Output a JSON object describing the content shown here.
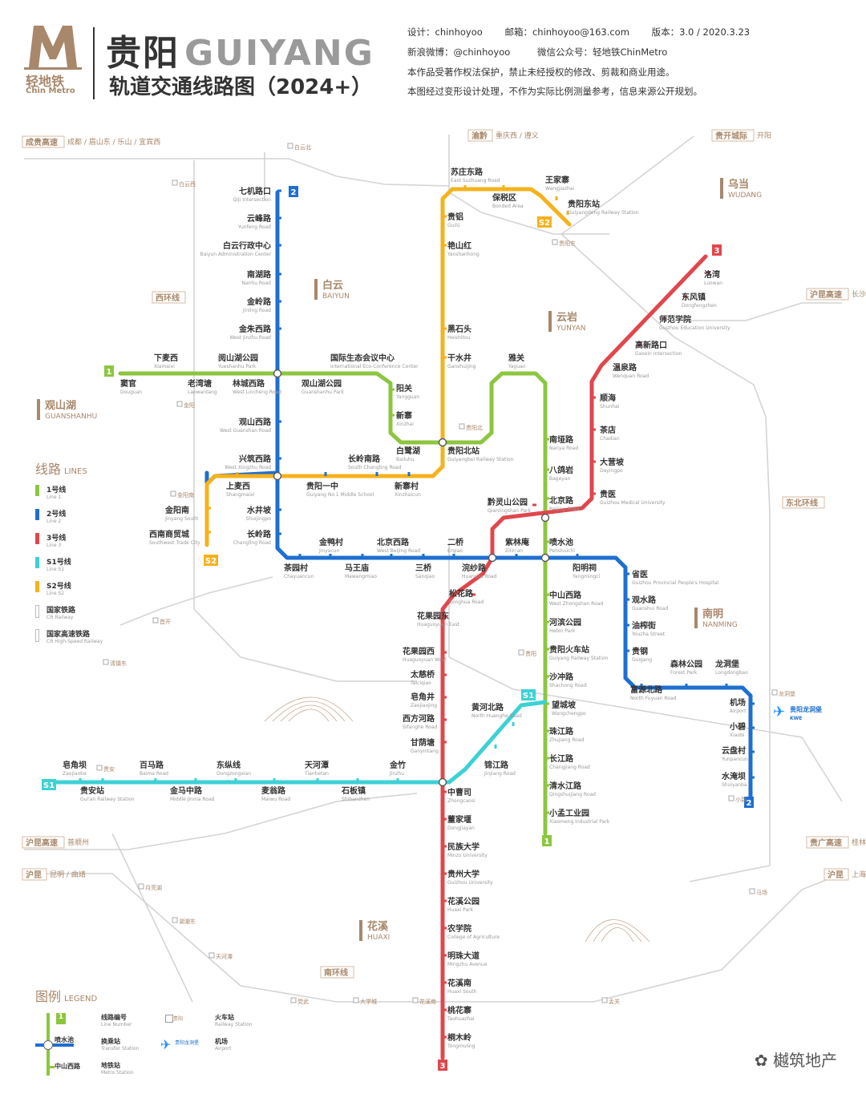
{
  "header": {
    "brand_letter": "M",
    "brand_cn": "轻地铁",
    "brand_en": "Chin Metro",
    "city_cn": "贵阳",
    "city_en": "GUIYANG",
    "subtitle": "轨道交通线路图（2024+）",
    "meta_line1_designer": "设计：chinhoyoo",
    "meta_line1_email": "邮箱：chinhoyoo@163.com",
    "meta_line1_version": "版本：3.0 / 2020.3.23",
    "meta_line2_weibo": "新浪微博：@chinhoyoo",
    "meta_line2_wechat": "微信公众号：轻地铁ChinMetro",
    "meta_line3": "本作品受著作权法保护，禁止未经授权的修改、剪裁和商业用途。",
    "meta_line4": "本图经过变形设计处理，不作为实际比例测量参考，信息来源公开规划。"
  },
  "colors": {
    "line1": "#8cc63f",
    "line2": "#1e6fd0",
    "line3": "#e0474c",
    "lineS1": "#3cd1d6",
    "lineS2": "#f5b21d",
    "rail": "#c9c9c9",
    "accent": "#a8876a"
  },
  "districts": [
    {
      "cn": "白云",
      "en": "BAIYUN"
    },
    {
      "cn": "云岩",
      "en": "YUNYAN"
    },
    {
      "cn": "乌当",
      "en": "WUDANG"
    },
    {
      "cn": "观山湖",
      "en": "GUANSHANHU"
    },
    {
      "cn": "南明",
      "en": "NANMING"
    },
    {
      "cn": "花溪",
      "en": "HUAXI"
    }
  ],
  "rail_labels": [
    {
      "name": "成贵高速",
      "dest": "成都 / 眉山东 / 乐山 / 宜宾西"
    },
    {
      "name": "渝黔",
      "dest": "重庆西 / 遵义"
    },
    {
      "name": "贵开城际",
      "dest": "开阳"
    },
    {
      "name": "沪昆高速",
      "dest": "长沙 / 杭州 / 上海虹桥"
    },
    {
      "name": "西环线",
      "dest": ""
    },
    {
      "name": "东北环线",
      "dest": ""
    },
    {
      "name": "沪昆高速",
      "dest": "普顺州"
    },
    {
      "name": "贵广高速",
      "dest": "桂林 / 广州南"
    },
    {
      "name": "沪昆",
      "dest": "昆明 / 曲靖"
    },
    {
      "name": "沪昆",
      "dest": "上海"
    },
    {
      "name": "南环线",
      "dest": ""
    }
  ],
  "rail_stations": [
    "白云北",
    "白云西",
    "金阳",
    "金阳南",
    "贵阳东",
    "贵阳北",
    "贵阳",
    "贵安",
    "首开",
    "清镇东",
    "湖潮东",
    "天河潭",
    "党武",
    "大学城",
    "花溪南",
    "孟关",
    "马场",
    "龙洞堡",
    "小碧",
    "月亮湖"
  ],
  "lines_panel": {
    "title": "线路",
    "title_en": "LINES",
    "items": [
      {
        "cn": "1号线",
        "en": "Line 1",
        "color": "#8cc63f"
      },
      {
        "cn": "2号线",
        "en": "Line 2",
        "color": "#1e6fd0"
      },
      {
        "cn": "3号线",
        "en": "Line 3",
        "color": "#e0474c"
      },
      {
        "cn": "S1号线",
        "en": "Line S1",
        "color": "#3cd1d6"
      },
      {
        "cn": "S2号线",
        "en": "Line S2",
        "color": "#f5b21d"
      },
      {
        "cn": "国家铁路",
        "en": "CR Railway",
        "color": "#c9c9c9"
      },
      {
        "cn": "国家高速铁路",
        "en": "CR High-Speed Railway",
        "color": "#c9c9c9"
      }
    ]
  },
  "legend_panel": {
    "title": "图例",
    "title_en": "LEGEND",
    "items": [
      {
        "cn": "线路编号",
        "en": "Line Number"
      },
      {
        "cn": "换乘站",
        "en": "Transfer Station"
      },
      {
        "cn": "地铁站",
        "en": "Metro Station"
      },
      {
        "cn": "火车站",
        "en": "Railway Station"
      },
      {
        "cn": "机场",
        "en": "Airport"
      }
    ],
    "sample_station_1": "喷水池",
    "sample_station_2": "中山西路",
    "sample_rail": "贵阳",
    "sample_airport": "贵阳龙洞堡"
  },
  "airport_label": "贵阳龙洞堡",
  "airport_en": "KWE",
  "watermark": "樾筑地产",
  "line_numbers": [
    "1",
    "2",
    "3",
    "S1",
    "S2"
  ],
  "stations": {
    "line1": [
      {
        "cn": "窦官",
        "en": "Douguan"
      },
      {
        "cn": "下麦西",
        "en": "Xiamaixi"
      },
      {
        "cn": "老湾塘",
        "en": "Laowantang"
      },
      {
        "cn": "阅山湖公园",
        "en": "Yueshanhu Park"
      },
      {
        "cn": "林城西路",
        "en": "West Lincheng Road"
      },
      {
        "cn": "观山湖公园",
        "en": "Guanshanhu Park"
      },
      {
        "cn": "国际生态会议中心",
        "en": "International Eco-Conference Center"
      },
      {
        "cn": "阳关",
        "en": "Yangguan"
      },
      {
        "cn": "新寨",
        "en": "Xinzhai"
      },
      {
        "cn": "白鹭湖",
        "en": "Bailuhu"
      },
      {
        "cn": "贵阳北站",
        "en": "Guiyangbei Railway Station"
      },
      {
        "cn": "雅关",
        "en": "Yaguan"
      },
      {
        "cn": "南垭路",
        "en": "Nanya Road"
      },
      {
        "cn": "八鸽岩",
        "en": "Bageyan"
      },
      {
        "cn": "北京路",
        "en": "Beijing Road"
      },
      {
        "cn": "喷水池",
        "en": "Penshuichi"
      },
      {
        "cn": "中山西路",
        "en": "West Zhongshan Road"
      },
      {
        "cn": "河滨公园",
        "en": "Hebin Park"
      },
      {
        "cn": "贵阳火车站",
        "en": "Guiyang Railway Station"
      },
      {
        "cn": "沙冲路",
        "en": "Shachong Road"
      },
      {
        "cn": "望城坡",
        "en": "Wangchengpo"
      },
      {
        "cn": "珠江路",
        "en": "Zhujiang Road"
      },
      {
        "cn": "长江路",
        "en": "Changjiang Road"
      },
      {
        "cn": "清水江路",
        "en": "Qingshuijiang Road"
      },
      {
        "cn": "小孟工业园",
        "en": "Xiaomeng Industrial Park"
      }
    ],
    "line2": [
      {
        "cn": "七机路口",
        "en": "Qiji Intersection"
      },
      {
        "cn": "云峰路",
        "en": "Yunfeng Road"
      },
      {
        "cn": "白云行政中心",
        "en": "Baiyun Administration Center"
      },
      {
        "cn": "南湖路",
        "en": "Nanhu Road"
      },
      {
        "cn": "金岭路",
        "en": "Jinling Road"
      },
      {
        "cn": "金朱西路",
        "en": "West Jinzhu Road"
      },
      {
        "cn": "观山西路",
        "en": "West Guanshan Road"
      },
      {
        "cn": "兴筑西路",
        "en": "West Xingzhu Road"
      },
      {
        "cn": "贵阳一中",
        "en": "Guiyang No.1 Middle School"
      },
      {
        "cn": "长岭南路",
        "en": "South Changling Road"
      },
      {
        "cn": "新寨村",
        "en": "Xinzhaicun"
      },
      {
        "cn": "水井坡",
        "en": "Shuijingpo"
      },
      {
        "cn": "长岭路",
        "en": "Changling Road"
      },
      {
        "cn": "茶园村",
        "en": "Chayuancun"
      },
      {
        "cn": "金鸭村",
        "en": "Jinyacun"
      },
      {
        "cn": "马王庙",
        "en": "Mawangmiao"
      },
      {
        "cn": "北京西路",
        "en": "West Beijing Road"
      },
      {
        "cn": "三桥",
        "en": "Sanqiao"
      },
      {
        "cn": "二桥",
        "en": "Erqiao"
      },
      {
        "cn": "紫林庵",
        "en": "Zilin'an"
      },
      {
        "cn": "阳明祠",
        "en": "Yangmingci"
      },
      {
        "cn": "省医",
        "en": "Guizhou Provincial People's Hospital"
      },
      {
        "cn": "观水路",
        "en": "Guanshui Road"
      },
      {
        "cn": "油榨街",
        "en": "Youzha Street"
      },
      {
        "cn": "贵钢",
        "en": "Guigang"
      },
      {
        "cn": "富源北路",
        "en": "North Fuyuan Road"
      },
      {
        "cn": "森林公园",
        "en": "Forest Park"
      },
      {
        "cn": "龙洞堡",
        "en": "Longdongbao"
      },
      {
        "cn": "机场",
        "en": "Airport"
      },
      {
        "cn": "小碧",
        "en": "Xiaobi"
      },
      {
        "cn": "云盘村",
        "en": "Yunpancun"
      },
      {
        "cn": "水淹坝",
        "en": "Shuiyanba"
      }
    ],
    "line3": [
      {
        "cn": "洛湾",
        "en": "Luowan"
      },
      {
        "cn": "东风镇",
        "en": "Dongfengzhen"
      },
      {
        "cn": "师范学院",
        "en": "Guizhou Education University"
      },
      {
        "cn": "高新路口",
        "en": "Gaoxin Intersection"
      },
      {
        "cn": "温泉路",
        "en": "Wenquan Road"
      },
      {
        "cn": "顺海",
        "en": "Shunhai"
      },
      {
        "cn": "茶店",
        "en": "Chadian"
      },
      {
        "cn": "大营坡",
        "en": "Dayingpo"
      },
      {
        "cn": "贵医",
        "en": "Guizhou Medical University"
      },
      {
        "cn": "黔灵山公园",
        "en": "Qianlingshan Park"
      },
      {
        "cn": "浣纱路",
        "en": "Huansha Road"
      },
      {
        "cn": "松花路",
        "en": "Songhua Road"
      },
      {
        "cn": "花果园东",
        "en": "Huaguoyuan East"
      },
      {
        "cn": "花果园西",
        "en": "Huaguoyuan West"
      },
      {
        "cn": "太慈桥",
        "en": "Taiciqiao"
      },
      {
        "cn": "皂角井",
        "en": "Zaojiaojing"
      },
      {
        "cn": "西方河路",
        "en": "Sifanghe Road"
      },
      {
        "cn": "甘荫塘",
        "en": "Ganyintang"
      },
      {
        "cn": "中曹司",
        "en": "Zhongcaosi"
      },
      {
        "cn": "董家堰",
        "en": "Dongjiayan"
      },
      {
        "cn": "民族大学",
        "en": "Minzu University"
      },
      {
        "cn": "贵州大学",
        "en": "Guizhou University"
      },
      {
        "cn": "花溪公园",
        "en": "Huaxi Park"
      },
      {
        "cn": "农学院",
        "en": "College of Agriculture"
      },
      {
        "cn": "明珠大道",
        "en": "Mingzhu Avenue"
      },
      {
        "cn": "花溪南",
        "en": "Huaxi South"
      },
      {
        "cn": "桃花寨",
        "en": "Taohuazhai"
      },
      {
        "cn": "桐木岭",
        "en": "Tongmuling"
      }
    ],
    "lineS1": [
      {
        "cn": "皂角坝",
        "en": "Zaojiaoba"
      },
      {
        "cn": "贵安站",
        "en": "Gui'an Railway Station"
      },
      {
        "cn": "百马路",
        "en": "Baima Road"
      },
      {
        "cn": "金马中路",
        "en": "Middle Jinma Road"
      },
      {
        "cn": "东纵线",
        "en": "Dongzongxian"
      },
      {
        "cn": "麦翁路",
        "en": "Maiwu Road"
      },
      {
        "cn": "天河潭",
        "en": "Tianhetan"
      },
      {
        "cn": "石板镇",
        "en": "Shibanzhen"
      },
      {
        "cn": "金竹",
        "en": "Jinzhu"
      },
      {
        "cn": "锦江路",
        "en": "Jinjiang Road"
      },
      {
        "cn": "黄河北路",
        "en": "North Huanghe Road"
      }
    ],
    "lineS2": [
      {
        "cn": "苏庄东路",
        "en": "East Suzhuang Road"
      },
      {
        "cn": "保税区",
        "en": "Bonded Area"
      },
      {
        "cn": "王家寨",
        "en": "Wangjiazhai"
      },
      {
        "cn": "贵阳东站",
        "en": "Guiyangdong Railway Station"
      },
      {
        "cn": "贵铝",
        "en": "Guilü"
      },
      {
        "cn": "艳山红",
        "en": "Yanshanhong"
      },
      {
        "cn": "黑石头",
        "en": "Heishitou"
      },
      {
        "cn": "干水井",
        "en": "Ganshuijing"
      },
      {
        "cn": "上麦西",
        "en": "Shangmaixi"
      },
      {
        "cn": "金阳南",
        "en": "Jinyang South"
      },
      {
        "cn": "西南商贸城",
        "en": "Southwest Trade City"
      }
    ]
  }
}
